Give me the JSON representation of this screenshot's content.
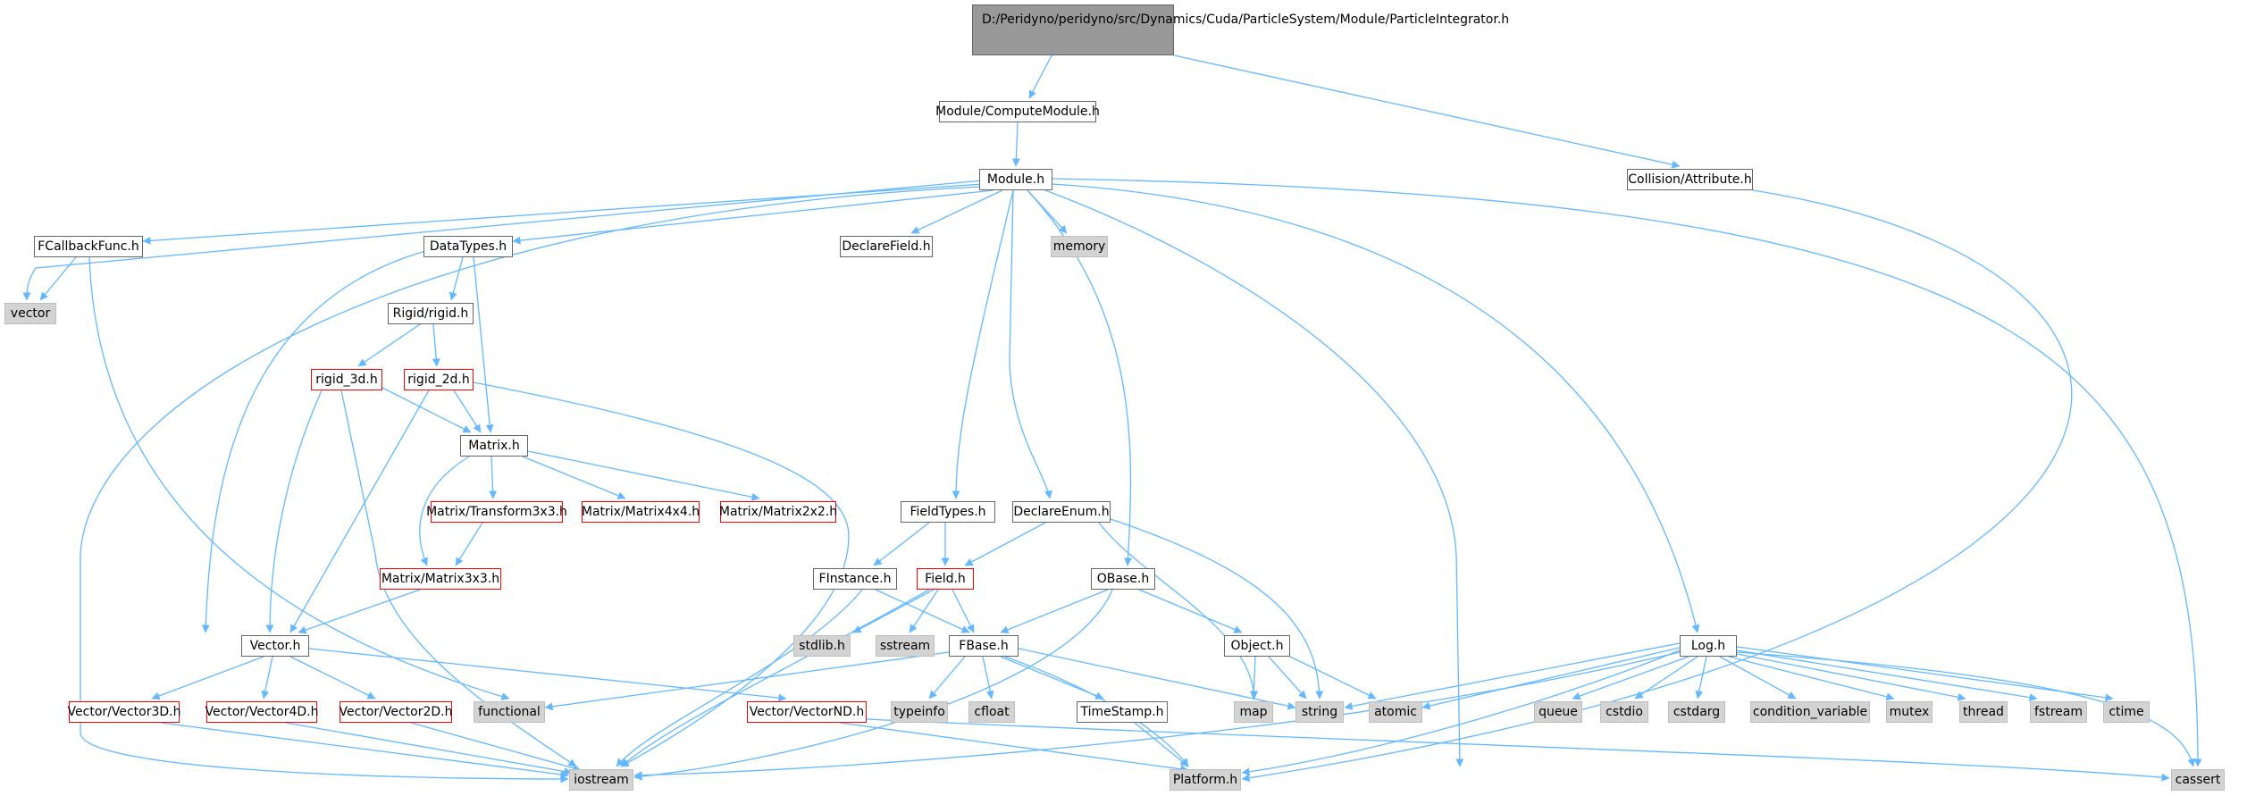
{
  "root": {
    "lines": [
      "D:/Peridyno/peridyno",
      "/src/Dynamics/Cuda/Particle",
      "System/Module/ParticleIntegrator.h"
    ]
  },
  "nodes": {
    "compute_module": {
      "label": "Module/ComputeModule.h"
    },
    "collision_attribute": {
      "label": "Collision/Attribute.h"
    },
    "module": {
      "label": "Module.h"
    },
    "fcallbackfunc": {
      "label": "FCallbackFunc.h"
    },
    "datatypes": {
      "label": "DataTypes.h"
    },
    "declarefield": {
      "label": "DeclareField.h"
    },
    "memory": {
      "label": "memory"
    },
    "vector": {
      "label": "vector"
    },
    "rigid": {
      "label": "Rigid/rigid.h"
    },
    "rigid3d": {
      "label": "rigid_3d.h"
    },
    "rigid2d": {
      "label": "rigid_2d.h"
    },
    "matrix": {
      "label": "Matrix.h"
    },
    "transform3x3": {
      "label": "Matrix/Transform3x3.h"
    },
    "matrix4x4": {
      "label": "Matrix/Matrix4x4.h"
    },
    "matrix2x2": {
      "label": "Matrix/Matrix2x2.h"
    },
    "matrix3x3": {
      "label": "Matrix/Matrix3x3.h"
    },
    "fieldtypes": {
      "label": "FieldTypes.h"
    },
    "declareenum": {
      "label": "DeclareEnum.h"
    },
    "finstance": {
      "label": "FInstance.h"
    },
    "field": {
      "label": "Field.h"
    },
    "obase": {
      "label": "OBase.h"
    },
    "vectorh": {
      "label": "Vector.h"
    },
    "stdlib": {
      "label": "stdlib.h"
    },
    "sstream": {
      "label": "sstream"
    },
    "fbase": {
      "label": "FBase.h"
    },
    "object": {
      "label": "Object.h"
    },
    "log": {
      "label": "Log.h"
    },
    "vector3d": {
      "label": "Vector/Vector3D.h"
    },
    "vector4d": {
      "label": "Vector/Vector4D.h"
    },
    "vector2d": {
      "label": "Vector/Vector2D.h"
    },
    "functional": {
      "label": "functional"
    },
    "vectornd": {
      "label": "Vector/VectorND.h"
    },
    "typeinfo": {
      "label": "typeinfo"
    },
    "cfloat": {
      "label": "cfloat"
    },
    "timestamp": {
      "label": "TimeStamp.h"
    },
    "map": {
      "label": "map"
    },
    "string": {
      "label": "string"
    },
    "atomic": {
      "label": "atomic"
    },
    "queue": {
      "label": "queue"
    },
    "cstdio": {
      "label": "cstdio"
    },
    "cstdarg": {
      "label": "cstdarg"
    },
    "condition_variable": {
      "label": "condition_variable"
    },
    "mutex": {
      "label": "mutex"
    },
    "thread": {
      "label": "thread"
    },
    "fstream": {
      "label": "fstream"
    },
    "ctime": {
      "label": "ctime"
    },
    "iostream": {
      "label": "iostream"
    },
    "platform": {
      "label": "Platform.h"
    },
    "cassert": {
      "label": "cassert"
    }
  },
  "colors": {
    "edge": "#63b8ff",
    "node_border": "#666666",
    "missing_border": "#ff0000",
    "system_fill": "#d3d3d3",
    "root_fill": "#999999"
  }
}
